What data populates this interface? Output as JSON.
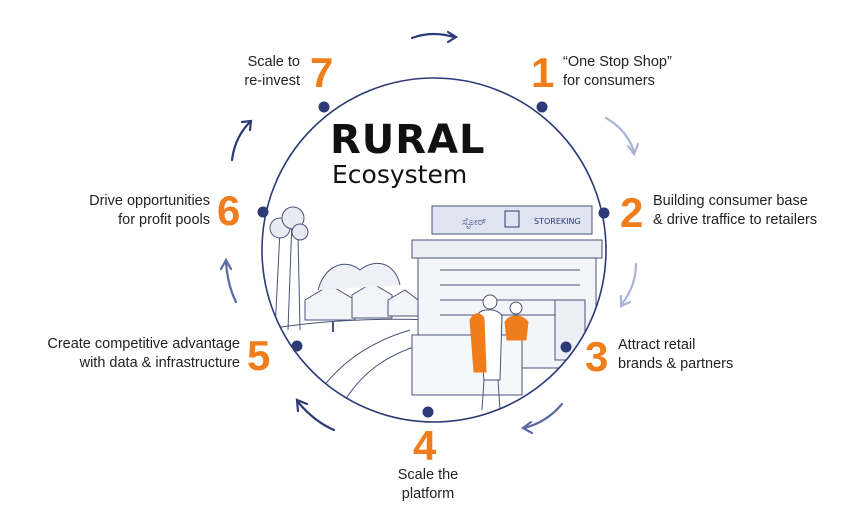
{
  "title": {
    "main": "RURAL",
    "sub": "Ecosystem"
  },
  "colors": {
    "accent": "#f07d1b",
    "ring": "#2c3a78",
    "arrow_dark": "#2c3a78",
    "arrow_light": "#aab4d6",
    "sketch": "#4a5277"
  },
  "steps": [
    {
      "number": "1",
      "line1": "“One Stop Shop”",
      "line2": "for consumers"
    },
    {
      "number": "2",
      "line1": "Building consumer base",
      "line2": "& drive traffice to retailers"
    },
    {
      "number": "3",
      "line1": "Attract retail",
      "line2": "brands & partners"
    },
    {
      "number": "4",
      "line1": "Scale the",
      "line2": "platform"
    },
    {
      "number": "5",
      "line1": "Create competitive advantage",
      "line2": "with data & infrastructure"
    },
    {
      "number": "6",
      "line1": "Drive opportunities",
      "line2": "for profit pools"
    },
    {
      "number": "7",
      "line1": "Scale to",
      "line2": "re-invest"
    }
  ],
  "store": {
    "sign_left": "ಸ್ಟೋರ್",
    "sign_right": "STOREKING"
  }
}
